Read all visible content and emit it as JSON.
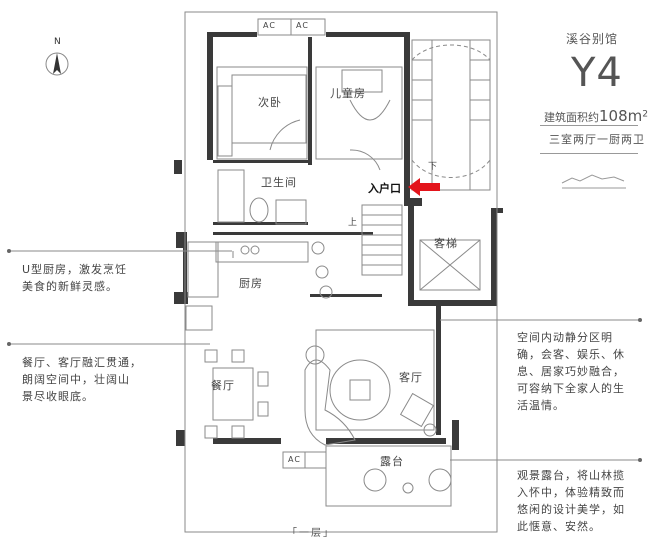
{
  "header": {
    "project_name": "溪谷别馆",
    "model": "Y4",
    "area_label": "建筑面积约",
    "area_value": "108m",
    "area_sup": "2",
    "layout_type": "三室两厅一厨两卫"
  },
  "compass": {
    "label": "N"
  },
  "rooms": {
    "bedroom2": "次卧",
    "kids_room": "儿童房",
    "bathroom": "卫生间",
    "kitchen": "厨房",
    "dining": "餐厅",
    "living": "客厅",
    "terrace": "露台",
    "elevator": "客梯"
  },
  "labels": {
    "ac": "AC",
    "down": "下",
    "up": "上",
    "entry": "入户口",
    "floor": "「一层」"
  },
  "notes": {
    "kitchen": [
      "U型厨房，激发烹饪",
      "美食的新鲜灵感。"
    ],
    "dining": [
      "餐厅、客厅融汇贯通，",
      "朗阔空间中，壮阔山",
      "景尽收眼底。"
    ],
    "living": [
      "空间内动静分区明",
      "确，会客、娱乐、休",
      "息、居家巧妙融合，",
      "可容纳下全家人的生",
      "活温情。"
    ],
    "terrace": [
      "观景露台，将山林揽",
      "入怀中，体验精致而",
      "悠闲的设计美学，如",
      "此惬意、安然。"
    ]
  },
  "colors": {
    "wall": "#3a3a3a",
    "line": "#8a8a8a",
    "arrow": "#e3141b"
  }
}
